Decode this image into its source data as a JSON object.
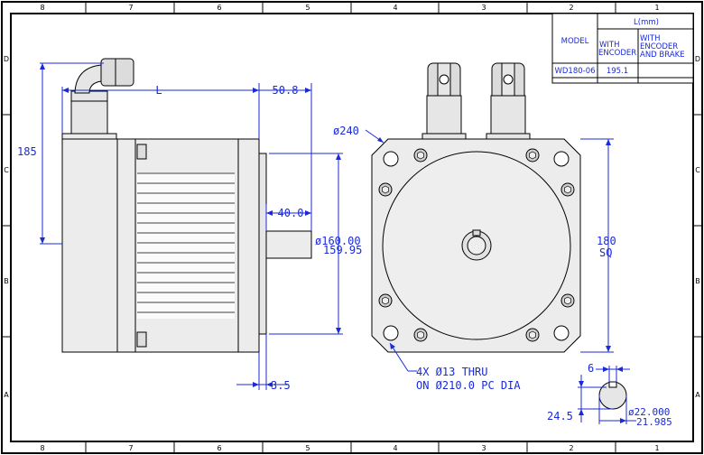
{
  "border": {
    "columns": [
      "8",
      "7",
      "6",
      "5",
      "4",
      "3",
      "2",
      "1"
    ],
    "rows": [
      "D",
      "C",
      "B",
      "A"
    ]
  },
  "title_block": {
    "header_l": "L(mm)",
    "col_model": "MODEL",
    "col_enc_1": "WITH",
    "col_enc_2": "ENCODER",
    "col_brk_1": "WITH",
    "col_brk_2": "ENCODER",
    "col_brk_3": "AND BRAKE",
    "row_model": "WD180-06",
    "row_enc": "195.1",
    "row_brk": ""
  },
  "dimensions": {
    "length_label": "L",
    "shaft_offset": "50.8",
    "height_185": "185",
    "shaft_length": "40.0",
    "pilot_upper": "ø160.00",
    "pilot_lower": "159.95",
    "flange_thk": "3.5",
    "flange_dia": "ø240",
    "square_1": "180",
    "square_2": "SQ",
    "holes_1": "4X  Ø13  THRU",
    "holes_2": "ON  Ø210.0  PC  DIA",
    "key_width": "6",
    "key_depth": "24.5",
    "shaft_upper": "ø22.000",
    "shaft_lower": "21.985"
  },
  "colors": {
    "dimension": "#1a2ad8",
    "body": "#ececec",
    "outline": "#000000"
  }
}
